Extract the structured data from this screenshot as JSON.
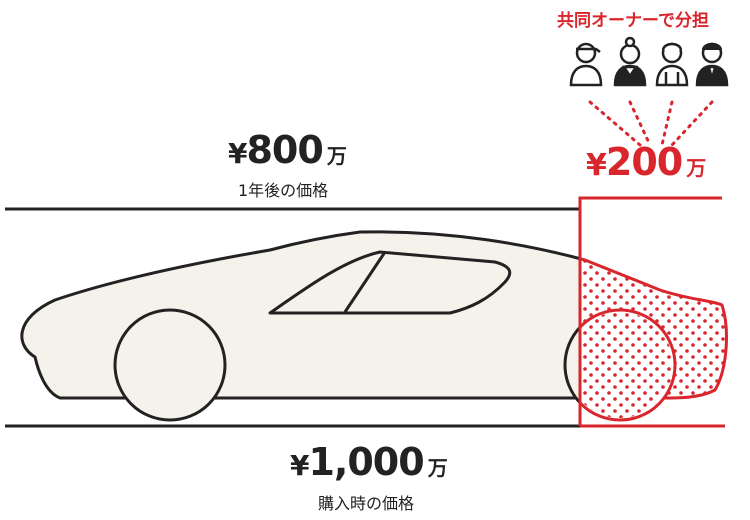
{
  "owners_label": "共同オーナーで分担",
  "share": {
    "currency": "¥",
    "amount": "200",
    "unit": "万"
  },
  "after_one_year": {
    "currency": "¥",
    "amount": "800",
    "unit": "万",
    "caption": "1年後の価格"
  },
  "purchase": {
    "currency": "¥",
    "amount": "1,000",
    "unit": "万",
    "caption": "購入時の価格"
  },
  "icons": [
    "person-cap-icon",
    "person-woman-icon",
    "person-man-icon",
    "person-suit-icon"
  ],
  "colors": {
    "accent": "#d9262c",
    "line": "#222222",
    "car_fill": "#f4f2ea",
    "background": "#ffffff"
  }
}
